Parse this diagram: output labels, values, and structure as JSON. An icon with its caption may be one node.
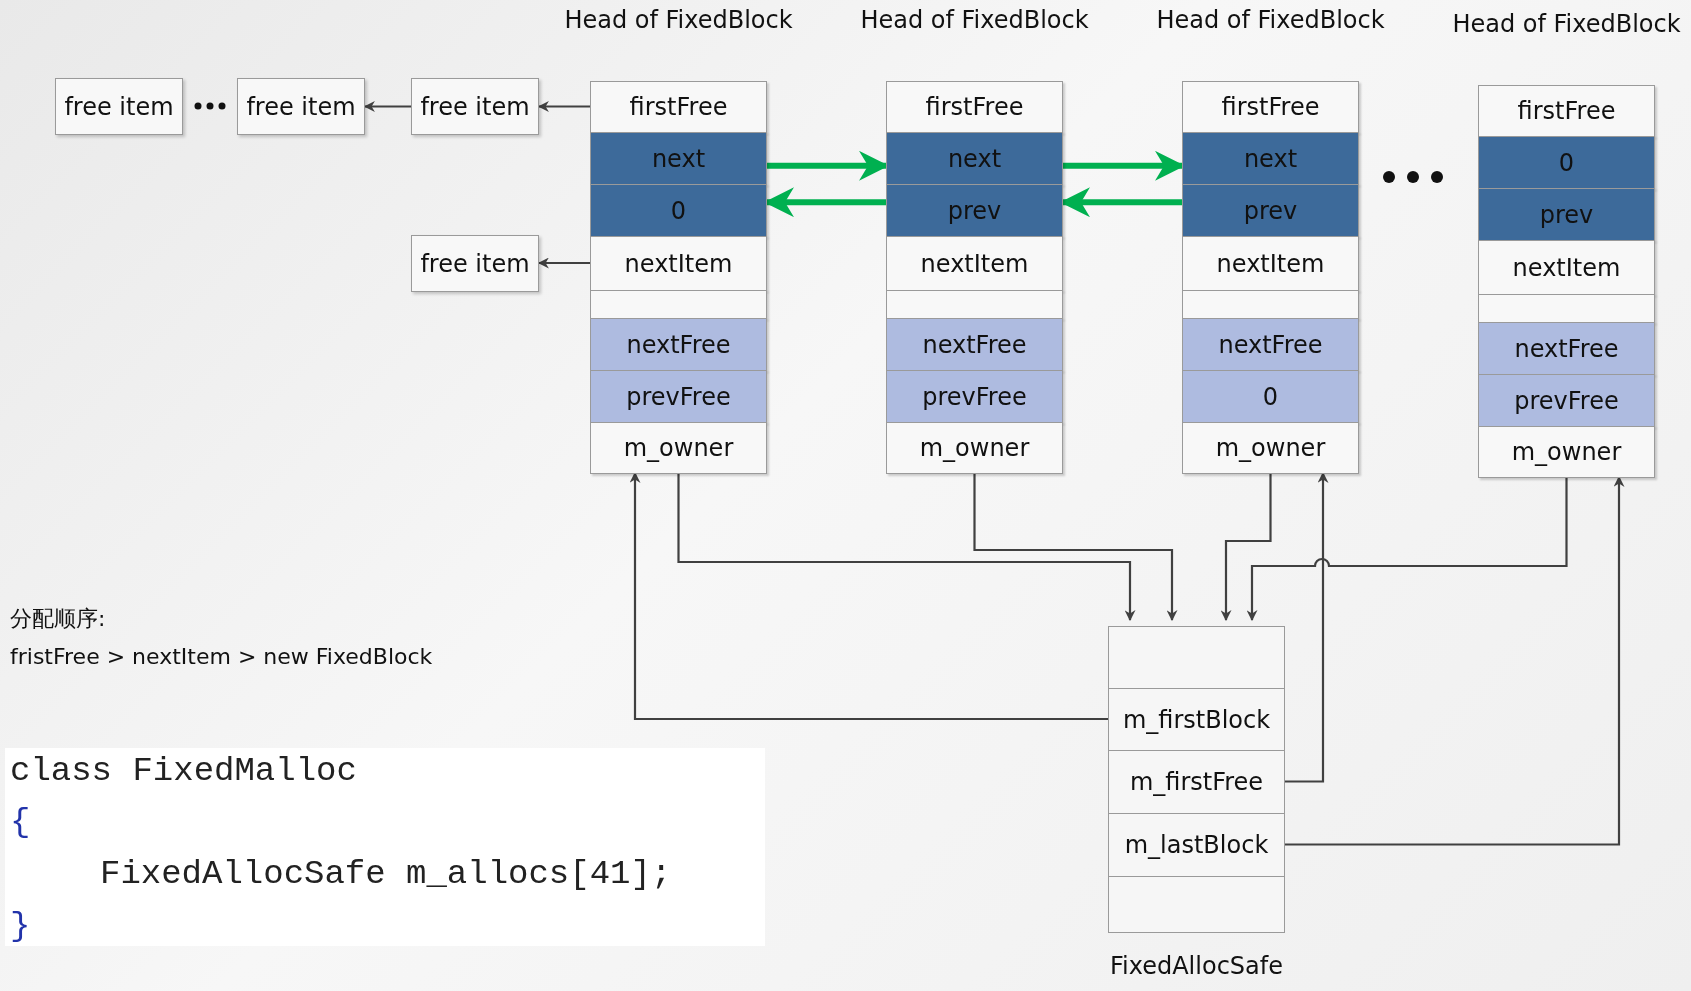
{
  "diagram": {
    "nodes": [
      {
        "text": [
          "Head of FixedBlock"
        ]
      },
      {
        "text": [
          "firstFree"
        ],
        "in": 0
      },
      {
        "text": [
          "next"
        ],
        "in": 0
      },
      {
        "text": [
          "0"
        ],
        "in": 0
      },
      {
        "text": [
          "nextItem"
        ],
        "in": 0
      },
      {
        "text": [],
        "shape": "box",
        "in": 0
      },
      {
        "text": [
          "nextFree"
        ],
        "in": 0
      },
      {
        "text": [
          "prevFree"
        ],
        "in": 0
      },
      {
        "text": [
          "m_owner"
        ],
        "in": 0
      },
      {
        "text": [
          "Head of FixedBlock"
        ]
      },
      {
        "text": [
          "firstFree"
        ],
        "in": 9
      },
      {
        "text": [
          "next"
        ],
        "in": 9
      },
      {
        "text": [
          "prev"
        ],
        "in": 9
      },
      {
        "text": [
          "nextItem"
        ],
        "in": 9
      },
      {
        "text": [],
        "shape": "box",
        "in": 9
      },
      {
        "text": [
          "nextFree"
        ],
        "in": 9
      },
      {
        "text": [
          "prevFree"
        ],
        "in": 9
      },
      {
        "text": [
          "m_owner"
        ],
        "in": 9
      },
      {
        "text": [
          "Head of FixedBlock"
        ]
      },
      {
        "text": [
          "firstFree"
        ],
        "in": 18
      },
      {
        "text": [
          "next"
        ],
        "in": 18
      },
      {
        "text": [
          "prev"
        ],
        "in": 18
      },
      {
        "text": [
          "nextItem"
        ],
        "in": 18
      },
      {
        "text": [],
        "shape": "box",
        "in": 18
      },
      {
        "text": [
          "nextFree"
        ],
        "in": 18
      },
      {
        "text": [
          "0"
        ],
        "in": 18
      },
      {
        "text": [
          "m_owner"
        ],
        "in": 18
      },
      {
        "text": [
          "Head of FixedBlock"
        ]
      },
      {
        "text": [
          "firstFree"
        ],
        "in": 27
      },
      {
        "text": [
          "0"
        ],
        "in": 27
      },
      {
        "text": [
          "prev"
        ],
        "in": 27
      },
      {
        "text": [
          "nextItem"
        ],
        "in": 27
      },
      {
        "text": [],
        "shape": "box",
        "in": 27
      },
      {
        "text": [
          "nextFree"
        ],
        "in": 27
      },
      {
        "text": [
          "prevFree"
        ],
        "in": 27
      },
      {
        "text": [
          "m_owner"
        ],
        "in": 27
      },
      {
        "text": [
          "free item"
        ]
      },
      {
        "text": [
          "free item"
        ]
      },
      {
        "text": [
          "free item"
        ]
      },
      {
        "text": [
          "free item"
        ]
      },
      {
        "text": [
          "FixedAllocSafe"
        ]
      },
      {
        "text": [],
        "shape": "box",
        "in": 40
      },
      {
        "text": [
          "m_firstBlock"
        ],
        "in": 40
      },
      {
        "text": [
          "m_firstFree"
        ],
        "in": 40
      },
      {
        "text": [
          "m_lastBlock"
        ],
        "in": 40
      },
      {
        "text": [],
        "shape": "box",
        "in": 40
      }
    ],
    "edges": [
      {
        "from": 1,
        "to": 38,
        "arrow": "to"
      },
      {
        "from": 38,
        "to": 37,
        "arrow": "to"
      },
      {
        "from": 4,
        "to": 39,
        "arrow": "to"
      },
      {
        "from": 2,
        "to": 11,
        "arrow": "to",
        "color": "#00b050",
        "style": "thick"
      },
      {
        "from": 12,
        "to": 3,
        "arrow": "to",
        "color": "#00b050",
        "style": "thick"
      },
      {
        "from": 11,
        "to": 20,
        "arrow": "to",
        "color": "#00b050",
        "style": "thick"
      },
      {
        "from": 21,
        "to": 12,
        "arrow": "to",
        "color": "#00b050",
        "style": "thick"
      },
      {
        "from": 8,
        "to": 40,
        "arrow": "to"
      },
      {
        "from": 17,
        "to": 40,
        "arrow": "to"
      },
      {
        "from": 26,
        "to": 40,
        "arrow": "to"
      },
      {
        "from": 35,
        "to": 40,
        "arrow": "to"
      },
      {
        "from": 42,
        "to": 0,
        "arrow": "to"
      },
      {
        "from": 43,
        "to": 18,
        "arrow": "to"
      },
      {
        "from": 44,
        "to": 27,
        "arrow": "to"
      }
    ],
    "labels": [
      "分配顺序:",
      "fristFree > nextItem > new FixedBlock",
      "class FixedMalloc",
      "{",
      "FixedAllocSafe m_allocs[41];",
      "}"
    ]
  }
}
